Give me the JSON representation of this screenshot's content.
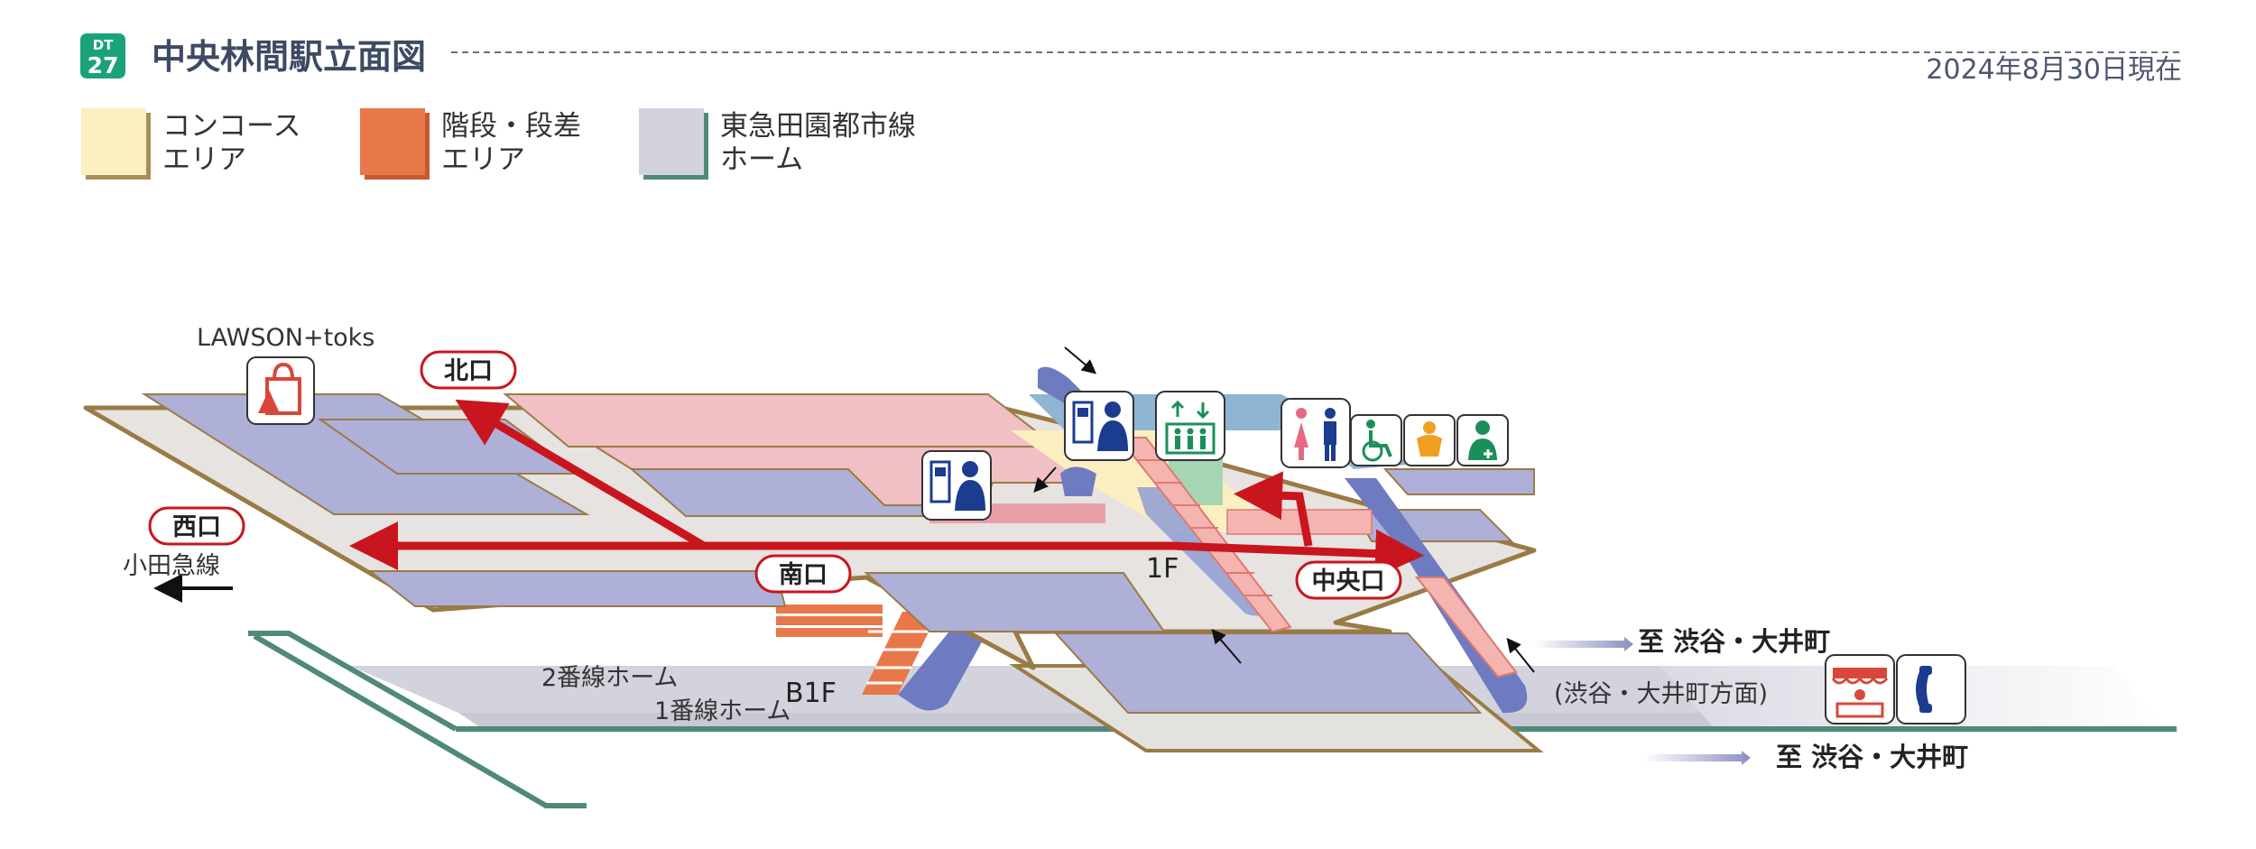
{
  "header": {
    "badge_top": "DT",
    "badge_num": "27",
    "title": "中央林間駅立面図",
    "date": "2024年8月30日現在"
  },
  "legend": [
    {
      "line1": "コンコース",
      "line2": "エリア",
      "color": "#fbefc2",
      "edge": "#a68e57"
    },
    {
      "line1": "階段・段差",
      "line2": "エリア",
      "color": "#e8784a",
      "edge": "#c45a32"
    },
    {
      "line1": "東急田園都市線",
      "line2": "ホーム",
      "color": "#d2d3dd",
      "edge": "#4f8a76"
    }
  ],
  "labels": {
    "lawson": "LAWSON+toks",
    "odakyu": "小田急線",
    "platform2": "2番線ホーム",
    "platform1": "1番線ホーム",
    "floor_b1f": "B1F",
    "floor_1f": "1F",
    "direction": "(渋谷・大井町方面)",
    "dest1": "至 渋谷・大井町",
    "dest2": "至 渋谷・大井町"
  },
  "exits": {
    "north": "北口",
    "west": "西口",
    "south": "南口",
    "central": "中央口"
  },
  "icons": [
    "shopping-bag-icon",
    "ticket-office-icon",
    "elevator-icon",
    "restroom-icon",
    "wheelchair-icon",
    "baby-icon",
    "first-aid-icon",
    "shop-icon",
    "telephone-icon"
  ],
  "colors": {
    "concourse": "#e8e5e3",
    "track_area": "#aeb0d8",
    "pink_area": "#f0c0c4",
    "route_arrow": "#c9151d",
    "exit_border": "#c9151d",
    "platform_line": "#4f8a76",
    "escalator": "#6f7bc0",
    "badge": "#1aa37a"
  }
}
